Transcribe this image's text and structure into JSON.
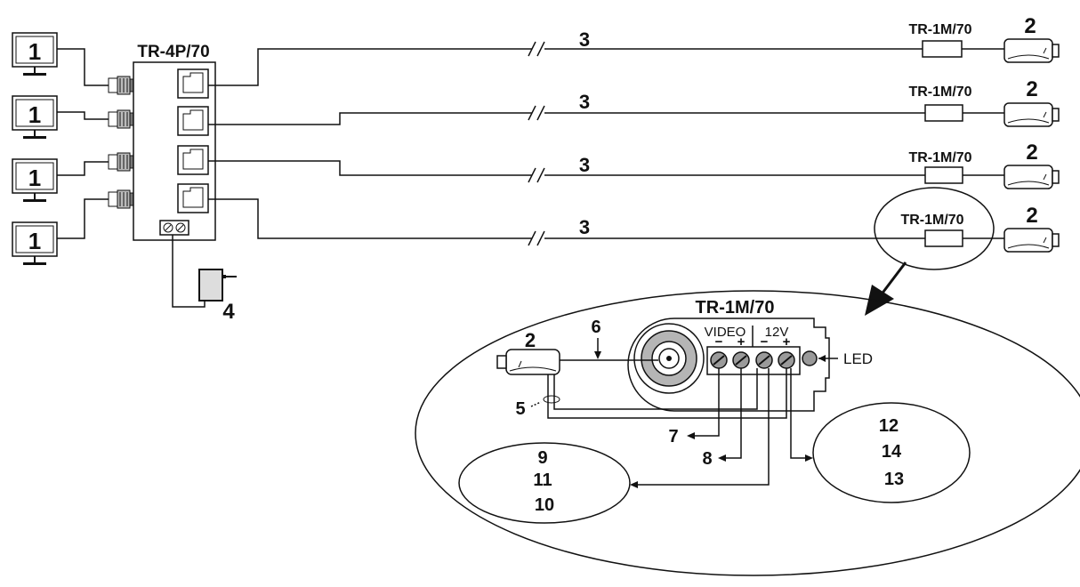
{
  "main_unit": {
    "label": "TR-4P/70"
  },
  "monitor_label": "1",
  "camera_label": "2",
  "cable_label": "3",
  "receiver_label": "TR-1M/70",
  "power_label": "4",
  "detail": {
    "title": "TR-1M/70",
    "camera": "2",
    "coax": "6",
    "ground": "5",
    "video_label": "VIDEO",
    "power_label": "12V",
    "minus": "−",
    "plus": "+",
    "led": "LED",
    "callouts": [
      "7",
      "8"
    ],
    "left_group": [
      "9",
      "11",
      "10"
    ],
    "right_group": [
      "12",
      "14",
      "13"
    ]
  }
}
